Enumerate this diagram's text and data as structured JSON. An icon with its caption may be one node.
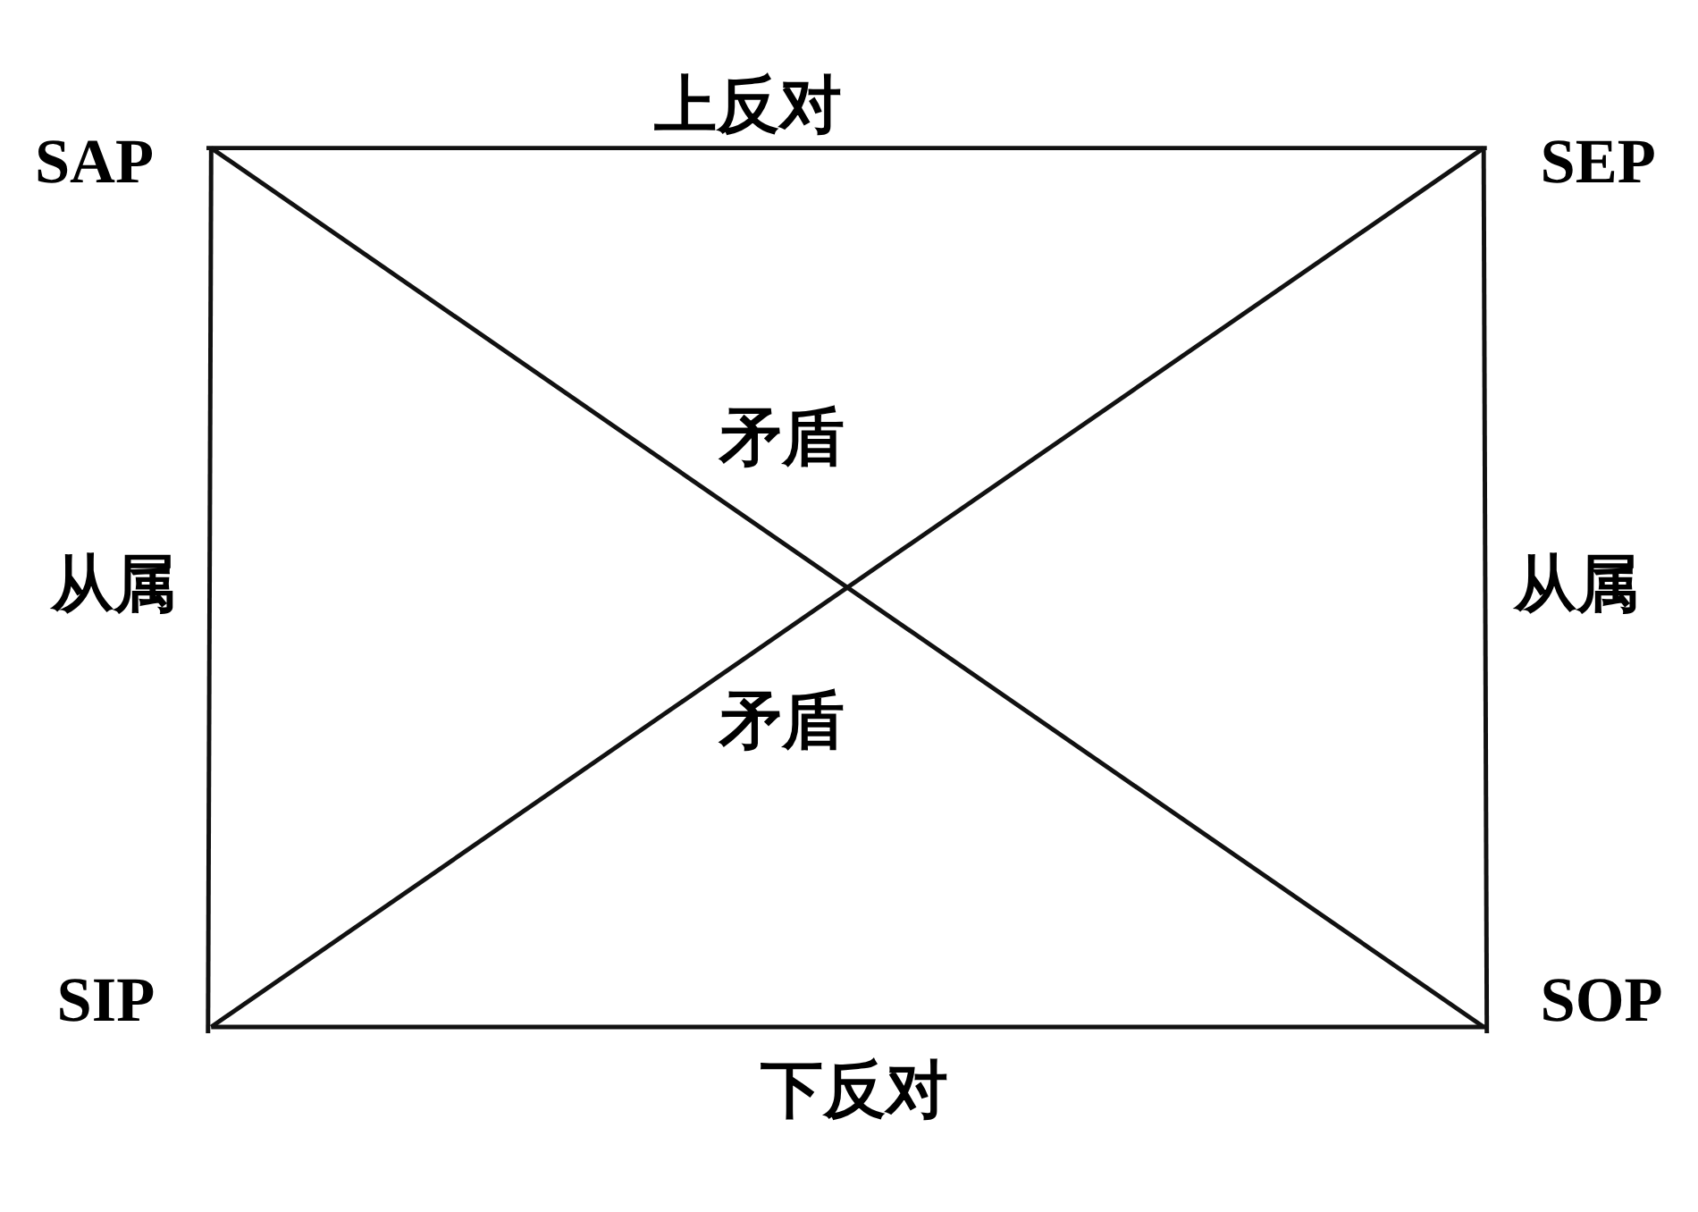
{
  "diagram": {
    "nodes": [
      {
        "text": [
          "SAP"
        ]
      },
      {
        "text": [
          "SEP"
        ]
      },
      {
        "text": [
          "SIP"
        ]
      },
      {
        "text": [
          "SOP"
        ]
      }
    ],
    "edges": [
      {
        "from": 0,
        "to": 1,
        "arrow": "none",
        "label": "上反对"
      },
      {
        "from": 0,
        "to": 2,
        "arrow": "none",
        "label": "从属"
      },
      {
        "from": 1,
        "to": 3,
        "arrow": "none",
        "label": "从属"
      },
      {
        "from": 0,
        "to": 3,
        "arrow": "none",
        "label": "矛盾"
      },
      {
        "from": 1,
        "to": 2,
        "arrow": "none",
        "label": "矛盾"
      },
      {
        "from": 2,
        "to": 3,
        "arrow": "none",
        "label": "下反对"
      }
    ]
  }
}
